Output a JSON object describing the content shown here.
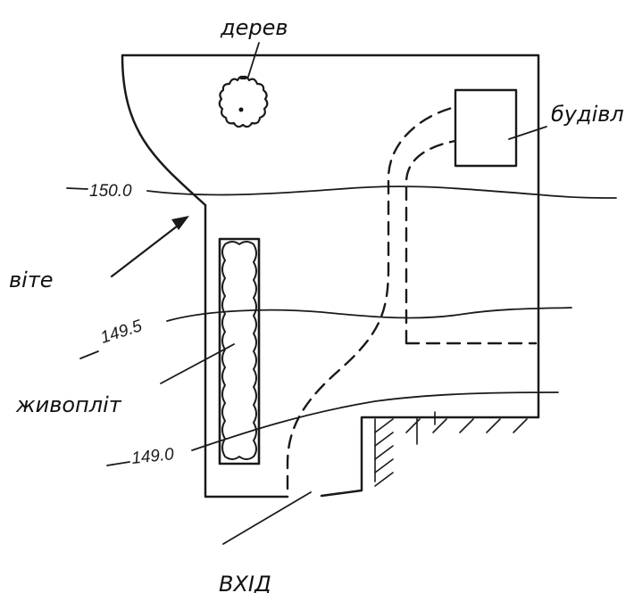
{
  "labels": {
    "tree": "дерев",
    "building": "будівл",
    "wind": "віте",
    "hedge": "живопліт",
    "entrance": "ВХІД"
  },
  "contours": [
    {
      "value": "150.0"
    },
    {
      "value": "149.5"
    },
    {
      "value": "149.0"
    }
  ]
}
